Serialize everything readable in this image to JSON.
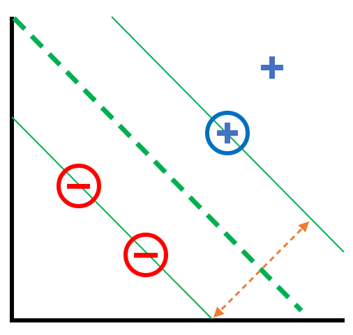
{
  "diagram": {
    "type": "svm-margin-illustration",
    "classes": {
      "positive": {
        "symbol": "+",
        "color": "#4472C4",
        "circle_color": "#0070C0"
      },
      "negative": {
        "symbol": "−",
        "color": "#FF0000",
        "circle_color": "#FF0000"
      }
    },
    "points": [
      {
        "class": "positive",
        "support_vector": false
      },
      {
        "class": "positive",
        "support_vector": true
      },
      {
        "class": "negative",
        "support_vector": true
      },
      {
        "class": "negative",
        "support_vector": true
      }
    ],
    "lines": {
      "decision_boundary": {
        "style": "dashed",
        "color": "#00B050"
      },
      "positive_margin": {
        "style": "solid",
        "color": "#00B050"
      },
      "negative_margin": {
        "style": "solid",
        "color": "#00B050"
      }
    },
    "margin_arrow": {
      "style": "dashed-double-arrow",
      "color": "#ED7D31"
    },
    "axes_color": "#000000"
  }
}
